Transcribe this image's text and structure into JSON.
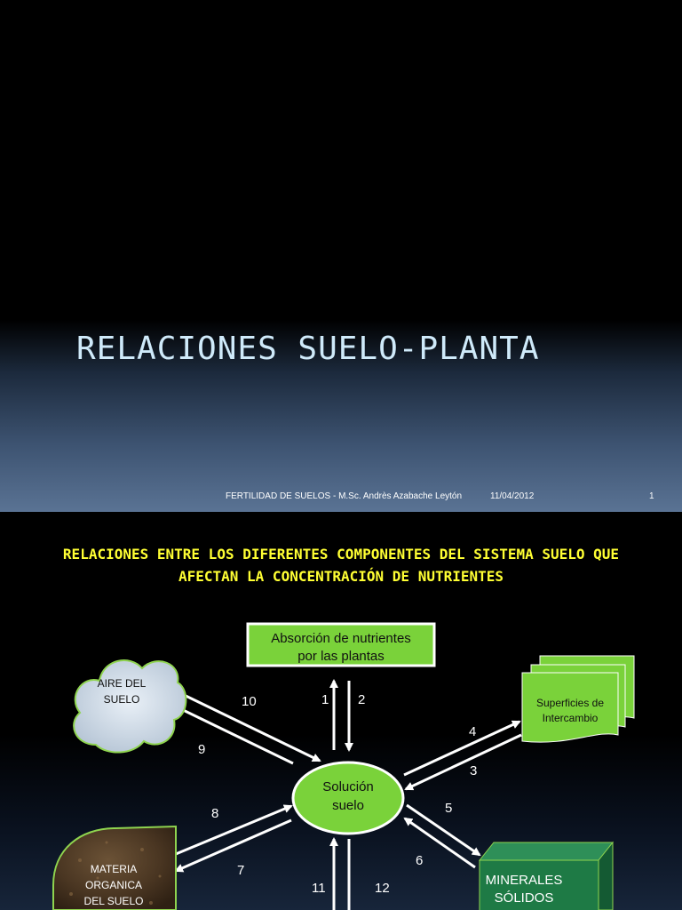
{
  "slide1": {
    "title": "RELACIONES SUELO-PLANTA",
    "footer": {
      "course": "FERTILIDAD DE SUELOS - M.Sc. Andrès Azabache Leytón",
      "date": "11/04/2012",
      "page": "1"
    }
  },
  "slide2": {
    "title_lines": [
      "RELACIONES ENTRE LOS DIFERENTES COMPONENTES DEL SISTEMA SUELO QUE",
      "AFECTAN LA CONCENTRACIÓN DE NUTRIENTES"
    ],
    "diagram": {
      "absorcion": [
        "Absorción de nutrientes",
        "por las plantas"
      ],
      "aire": [
        "AIRE DEL",
        "SUELO"
      ],
      "superficies": [
        "Superficies de",
        "Intercambio"
      ],
      "solucion": [
        "Solución",
        "suelo"
      ],
      "materia": [
        "MATERIA",
        "ORGANICA",
        "DEL SUELO"
      ],
      "minerales": [
        "MINERALES",
        "SÓLIDOS"
      ],
      "arrows": [
        "1",
        "2",
        "3",
        "4",
        "5",
        "6",
        "7",
        "8",
        "9",
        "10",
        "11",
        "12"
      ]
    }
  },
  "colors": {
    "title_text": "#cfeafa",
    "heading_yellow": "#ffff33",
    "node_green": "#7ad23a",
    "mineral_green": "#1e7a45"
  }
}
